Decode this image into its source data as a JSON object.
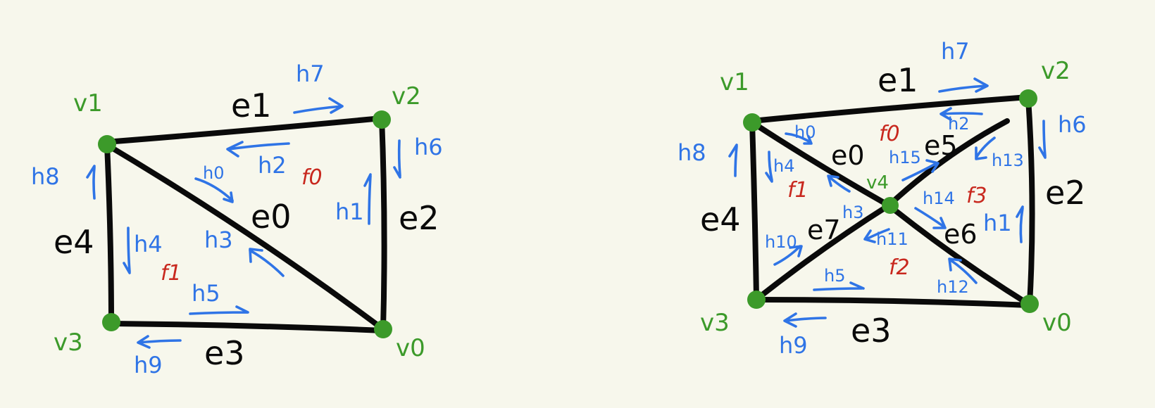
{
  "colors": {
    "background": "#f7f7ec",
    "edge": "#0a0a0a",
    "halfedge": "#2f74e6",
    "vertex": "#3c9a2a",
    "face": "#c8281e"
  },
  "left": {
    "vertices": [
      "v1",
      "v2",
      "v3",
      "v0"
    ],
    "edges": [
      "e1",
      "e2",
      "e3",
      "e4",
      "e0"
    ],
    "halfedges": [
      "h7",
      "h6",
      "h8",
      "h0",
      "h2",
      "h1",
      "h3",
      "h4",
      "h5",
      "h9"
    ],
    "faces": [
      "f0",
      "f1"
    ]
  },
  "right": {
    "vertices": [
      "v1",
      "v2",
      "v3",
      "v0",
      "v4"
    ],
    "edges": [
      "e1",
      "e2",
      "e3",
      "e4",
      "e0",
      "e5",
      "e6",
      "e7"
    ],
    "halfedges": [
      "h7",
      "h6",
      "h8",
      "h0",
      "h2",
      "h4",
      "h15",
      "h13",
      "h3",
      "h14",
      "h10",
      "h11",
      "h1",
      "h5",
      "h12",
      "h9"
    ],
    "faces": [
      "f0",
      "f1",
      "f3",
      "f2"
    ]
  }
}
